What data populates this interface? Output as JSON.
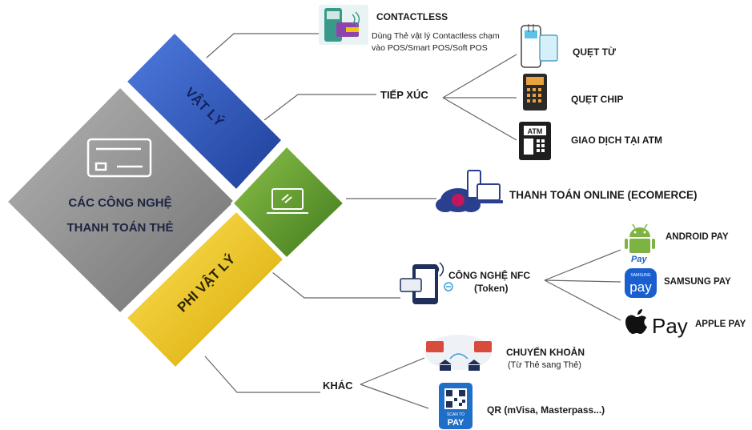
{
  "center": {
    "line1": "CÁC CÔNG NGHỆ",
    "line2": "THANH TOÁN THẺ"
  },
  "branches": {
    "physical": "VẬT LÝ",
    "non_physical": "PHI VẬT LÝ"
  },
  "contactless": {
    "title": "CONTACTLESS",
    "desc1": "Dùng Thẻ vật lý Contactless chạm",
    "desc2": "vào POS/Smart POS/Soft POS"
  },
  "contact": {
    "title": "TIẾP XÚC",
    "items": [
      "QUẸT TỪ",
      "QUẸT CHIP",
      "GIAO DỊCH TẠI ATM"
    ]
  },
  "atm_icon_text": "ATM",
  "online": {
    "title": "THANH TOÁN ONLINE (ECOMERCE)"
  },
  "nfc": {
    "title": "CÔNG NGHỆ NFC",
    "subtitle": "(Token)",
    "items": [
      "ANDROID PAY",
      "SAMSUNG PAY",
      "APPLE PAY"
    ]
  },
  "logos": {
    "android_pay": "Pay",
    "samsung_pay": "pay",
    "samsung_brand": "SAMSUNG",
    "apple_pay": "Pay"
  },
  "other": {
    "title": "KHÁC",
    "transfer_title": "CHUYỂN KHOẢN",
    "transfer_sub": "(Từ Thẻ sang Thẻ)",
    "qr": "QR (mVisa, Masterpass...)"
  },
  "qr_icon": {
    "line1": "SCAN TO",
    "line2": "PAY"
  },
  "colors": {
    "gray": "#8a8a8a",
    "blue": "#2f55b8",
    "green": "#5a9a2a",
    "yellow": "#f0cc1a",
    "connector": "#555555"
  }
}
